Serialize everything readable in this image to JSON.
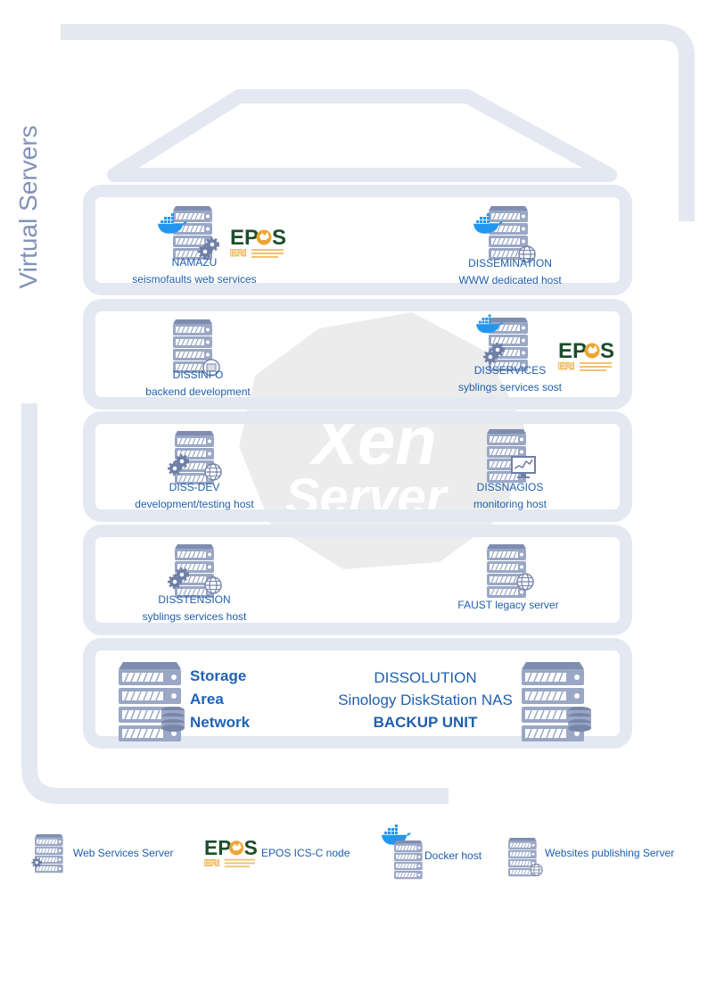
{
  "side_title": "Virtual Servers",
  "rows": [
    {
      "servers": [
        {
          "name": "NAMAZU",
          "desc": "seismofaults web services",
          "docker": true,
          "gears": true,
          "globe": false,
          "epos": true
        },
        {
          "name": "DISSEMINATION",
          "desc": "WWW dedicated host",
          "docker": true,
          "gears": false,
          "globe": true,
          "epos": false
        }
      ]
    },
    {
      "servers": [
        {
          "name": "DISSINFO",
          "desc": "backend development",
          "docker": false,
          "gears": false,
          "globe": false,
          "epos": false
        },
        {
          "name": "DISSERVICES",
          "desc": "syblings services sost",
          "docker": true,
          "gears": true,
          "globe": false,
          "epos": true
        }
      ]
    },
    {
      "servers": [
        {
          "name": "DISS-DEV",
          "desc": "development/testing host",
          "docker": false,
          "gears": true,
          "globe": true,
          "epos": false
        },
        {
          "name": "DISSNAGIOS",
          "desc": "monitoring host",
          "docker": false,
          "gears": false,
          "globe": false,
          "epos": false
        }
      ]
    },
    {
      "servers": [
        {
          "name": "DISSTENSION",
          "desc": "syblings services host",
          "docker": false,
          "gears": true,
          "globe": true,
          "epos": false
        },
        {
          "name": "",
          "desc": "FAUST legacy server",
          "docker": false,
          "gears": false,
          "globe": true,
          "epos": false
        }
      ]
    }
  ],
  "storage": {
    "san_lines": [
      "Storage",
      "Area",
      "Network"
    ],
    "title": "DISSOLUTION",
    "subtitle": "Sinology DiskStation NAS",
    "unit": "BACKUP UNIT"
  },
  "epos_logo_text": "EPOS",
  "watermark": {
    "line1": "Xen",
    "line2": "Server"
  },
  "legend": [
    {
      "label": "Web Services Server"
    },
    {
      "label": "EPOS ICS-C node"
    },
    {
      "label": "Docker host"
    },
    {
      "label": "Websites publishing Server"
    }
  ],
  "colors": {
    "frame": "#e3e8f2",
    "server": "#97a4c3",
    "label": "#1f5fae",
    "docker": "#2496ed",
    "epos_green": "#1d4d2b",
    "epos_orange": "#eda634"
  }
}
